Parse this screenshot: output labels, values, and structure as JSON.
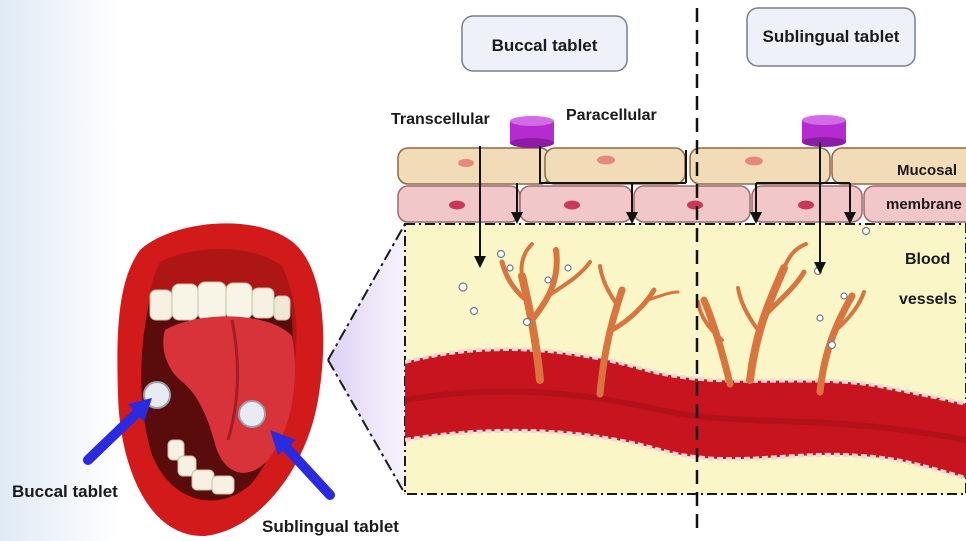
{
  "labels": {
    "buccal_box": "Buccal tablet",
    "sublingual_box": "Sublingual tablet",
    "transcellular": "Transcellular",
    "paracellular": "Paracellular",
    "mucosal_line1": "Mucosal",
    "mucosal_line2": "membrane",
    "blood_line1": "Blood",
    "blood_line2": "vessels",
    "buccal_pointer": "Buccal tablet",
    "sublingual_pointer": "Sublingual tablet"
  },
  "colors": {
    "background_left": "#e6f0f8",
    "label_box_fill": "#eef0fa",
    "label_box_stroke": "#7a7f8c",
    "top_cells": "#f2dcb8",
    "bottom_cells": "#f2c7c9",
    "nucleus_top": "#e7897a",
    "nucleus_bottom": "#c9385a",
    "tissue": "#fbf6c8",
    "vessel": "#c8141e",
    "capillary": "#d9743e",
    "tablet": "#b52bd0",
    "arrow_blue": "#2a2ae0",
    "lips": "#d21a1a",
    "tongue": "#d8323a"
  },
  "icons": [
    "tablet-disc-icon",
    "blue-arrow-icon",
    "mouth-illustration"
  ]
}
